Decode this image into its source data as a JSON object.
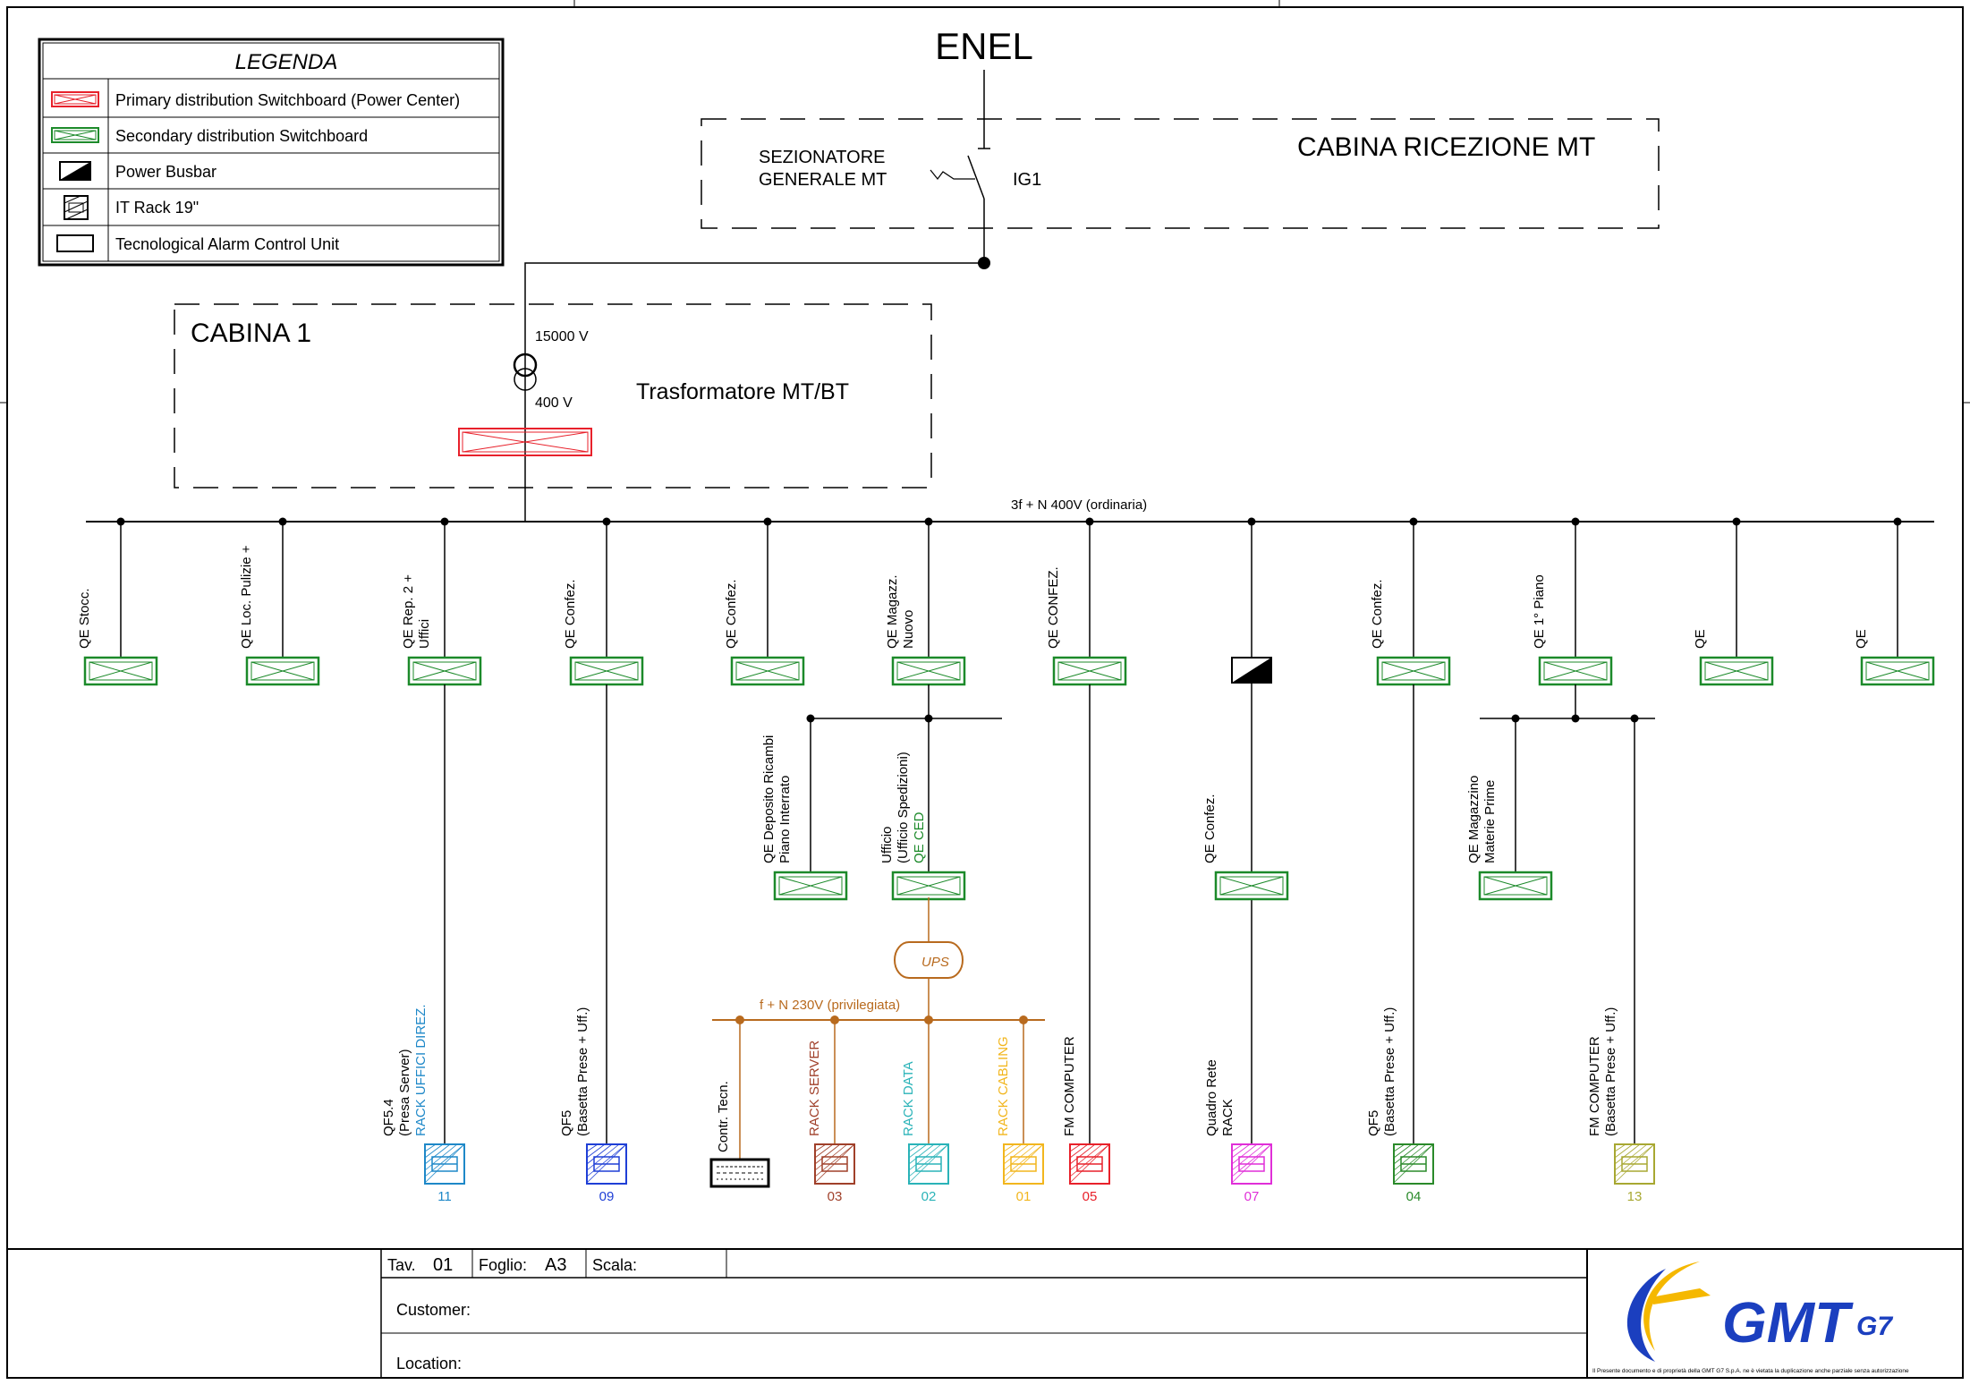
{
  "legend": {
    "title": "LEGENDA",
    "items": [
      {
        "label": "Primary distribution Switchboard (Power Center)",
        "symbol": "primary-switchboard"
      },
      {
        "label": "Secondary distribution Switchboard",
        "symbol": "secondary-switchboard"
      },
      {
        "label": "Power Busbar",
        "symbol": "power-busbar"
      },
      {
        "label": "IT Rack 19\"",
        "symbol": "it-rack"
      },
      {
        "label": "Tecnological Alarm Control Unit",
        "symbol": "alarm-unit"
      }
    ]
  },
  "supply": {
    "name": "ENEL",
    "cabin_mt": "CABINA RICEZIONE MT",
    "disconnector_line1": "SEZIONATORE",
    "disconnector_line2": "GENERALE MT",
    "disconnector_id": "IG1"
  },
  "cabin1": {
    "name": "CABINA 1",
    "transformer": "Trasformatore MT/BT",
    "voltage_primary": "15000 V",
    "voltage_secondary": "400 V"
  },
  "busbars": {
    "main": "3f + N 400V (ordinaria)",
    "ups_bus": "f + N 230V (privilegiata)",
    "ups_label": "UPS"
  },
  "feeders": [
    {
      "line1": "QE Stocc.",
      "line2": "",
      "line3": ""
    },
    {
      "line1": "QE Loc. Pulizie +",
      "line2": "",
      "line3": ""
    },
    {
      "line1": "QE Rep. 2 +",
      "line2": "Uffici",
      "line3": ""
    },
    {
      "line1": "QE Confez.",
      "line2": "",
      "line3": ""
    },
    {
      "line1": "QE Confez.",
      "line2": "",
      "line3": ""
    },
    {
      "line1": "QE Magazz.",
      "line2": "Nuovo",
      "line3": ""
    },
    {
      "line1": "QE CONFEZ.",
      "line2": "",
      "line3": ""
    },
    {
      "line1": "",
      "line2": "",
      "line3": ""
    },
    {
      "line1": "QE Confez.",
      "line2": "",
      "line3": ""
    },
    {
      "line1": "QE 1° Piano",
      "line2": "",
      "line3": ""
    },
    {
      "line1": "QE",
      "line2": "",
      "line3": ""
    },
    {
      "line1": "QE",
      "line2": "",
      "line3": ""
    }
  ],
  "sub_boards": [
    {
      "line1": "QE Deposito Ricambi",
      "line2": "Piano Interrato",
      "line3": ""
    },
    {
      "line1": "Ufficio",
      "line2": "(Ufficio Spedizioni)",
      "line3": "QE CED"
    },
    {
      "line1": "QE Confez.",
      "line2": "",
      "line3": ""
    },
    {
      "line1": "QE Magazzino",
      "line2": "Materie Prime",
      "line3": ""
    }
  ],
  "racks": [
    {
      "line1": "QF5.4",
      "line2": "(Presa Server)",
      "line3": "RACK UFFICI DIREZ.",
      "number": "11",
      "color": "#1e88c8"
    },
    {
      "line1": "QF5",
      "line2": "(Basetta Prese + Uff.)",
      "line3": "",
      "number": "09",
      "color": "#1f3fd6"
    },
    {
      "line1": "RACK SERVER",
      "line2": "",
      "line3": "",
      "number": "03",
      "color": "#a0402a"
    },
    {
      "line1": "RACK DATA",
      "line2": "",
      "line3": "",
      "number": "02",
      "color": "#2ab3b8"
    },
    {
      "line1": "RACK CABLING",
      "line2": "",
      "line3": "",
      "number": "01",
      "color": "#f2b61e"
    },
    {
      "line1": "FM COMPUTER",
      "line2": "",
      "line3": "",
      "number": "05",
      "color": "#e8212b"
    },
    {
      "line1": "Quadro Rete",
      "line2": "RACK",
      "line3": "",
      "number": "07",
      "color": "#e02fd8"
    },
    {
      "line1": "QF5",
      "line2": "(Basetta Prese + Uff.)",
      "line3": "",
      "number": "04",
      "color": "#2a8a2a"
    },
    {
      "line1": "FM COMPUTER",
      "line2": "(Basetta Prese + Uff.)",
      "line3": "",
      "number": "13",
      "color": "#a8a832"
    }
  ],
  "alarm_unit_label": "Contr. Tecn.",
  "title_block": {
    "tav_label": "Tav.",
    "tav_value": "01",
    "foglio_label": "Foglio:",
    "foglio_value": "A3",
    "scala_label": "Scala:",
    "customer_label": "Customer:",
    "location_label": "Location:",
    "logo_text": "GMT",
    "logo_sub": "G7",
    "disclaimer": "Il Presente documento e di proprietà della GMT G7 S.p.A. ne è vietata la duplicazione anche parziale senza autorizzazione"
  },
  "colors": {
    "primary": "#e8212b",
    "secondary": "#1c8a2a",
    "ups": "#b86a1e"
  }
}
